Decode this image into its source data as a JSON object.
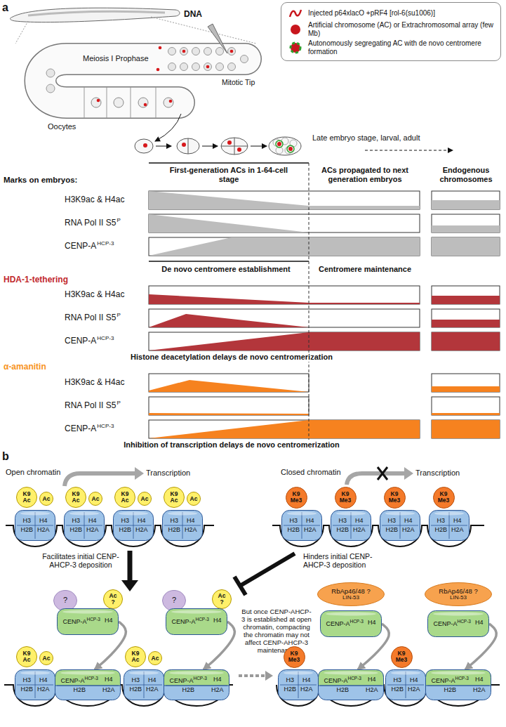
{
  "diagram": {
    "nodes": [
      {
        "text": [
          "K9 Ac"
        ]
      },
      {
        "text": [
          "Ac"
        ]
      },
      {
        "text": [
          "H3",
          "H4",
          "H2B",
          "H2A"
        ]
      },
      {
        "text": [
          "K9 Ac"
        ]
      },
      {
        "text": [
          "Ac"
        ]
      },
      {
        "text": [
          "H3",
          "H4",
          "H2B",
          "H2A"
        ]
      },
      {
        "text": [
          "K9 Ac"
        ]
      },
      {
        "text": [
          "Ac"
        ]
      },
      {
        "text": [
          "H3",
          "H4",
          "H2B",
          "H2A"
        ]
      },
      {
        "text": [
          "K9 Ac"
        ]
      },
      {
        "text": [
          "Ac"
        ]
      },
      {
        "text": [
          "H3",
          "H4",
          "H2B",
          "H2A"
        ]
      },
      {
        "text": [
          "K9 Me3"
        ]
      },
      {
        "text": [
          "H3",
          "H4",
          "H2B",
          "H2A"
        ]
      },
      {
        "text": [
          "K9 Me3"
        ]
      },
      {
        "text": [
          "H3",
          "H4",
          "H2B",
          "H2A"
        ]
      },
      {
        "text": [
          "K9 Me3"
        ]
      },
      {
        "text": [
          "H3",
          "H4",
          "H2B",
          "H2A"
        ]
      },
      {
        "text": [
          "K9 Me3"
        ]
      },
      {
        "text": [
          "H3",
          "H4",
          "H2B",
          "H2A"
        ]
      },
      {
        "text": [
          "?"
        ]
      },
      {
        "text": [
          "Ac ?"
        ]
      },
      {
        "text": [
          "CENP-A",
          "HCP-3",
          "H4"
        ]
      },
      {
        "text": [
          "?"
        ]
      },
      {
        "text": [
          "Ac ?"
        ]
      },
      {
        "text": [
          "CENP-A",
          "HCP-3",
          "H4"
        ]
      },
      {
        "text": [
          "RbAp46/48 ?",
          "LIN-53"
        ]
      },
      {
        "text": [
          "CENP-A",
          "HCP-3",
          "H4"
        ]
      },
      {
        "text": [
          "RbAp46/48 ?",
          "LIN-53"
        ]
      },
      {
        "text": [
          "CENP-A",
          "HCP-3",
          "H4"
        ]
      },
      {
        "text": [
          "K9 Ac"
        ]
      },
      {
        "text": [
          "Ac"
        ]
      },
      {
        "text": [
          "H3",
          "H4",
          "H2B",
          "H2A"
        ]
      },
      {
        "text": [
          "CENP-A",
          "HCP-3",
          "H4",
          "H2B",
          "H2A"
        ]
      },
      {
        "text": [
          "K9 Ac"
        ]
      },
      {
        "text": [
          "Ac"
        ]
      },
      {
        "text": [
          "H3",
          "H4",
          "H2B",
          "H2A"
        ]
      },
      {
        "text": [
          "CENP-A",
          "HCP-3",
          "H4",
          "H2B",
          "H2A"
        ]
      },
      {
        "text": [
          "K9 Me3"
        ]
      },
      {
        "text": [
          "H3",
          "H4",
          "H2B",
          "H2A"
        ]
      },
      {
        "text": [
          "CENP-A",
          "HCP-3",
          "H4",
          "H2B",
          "H2A"
        ]
      },
      {
        "text": [
          "K9 Me3"
        ]
      },
      {
        "text": [
          "H3",
          "H4",
          "H2B",
          "H2A"
        ]
      },
      {
        "text": [
          "CENP-A",
          "HCP-3",
          "H4",
          "H2B",
          "H2A"
        ]
      }
    ],
    "edges": [
      {
        "from": 22,
        "to": 33,
        "arrow": "to"
      },
      {
        "from": 25,
        "to": 37,
        "arrow": "to"
      },
      {
        "from": 27,
        "to": 40,
        "arrow": "to"
      },
      {
        "from": 29,
        "to": 43,
        "arrow": "to"
      }
    ],
    "labels": [
      "a",
      "DNA",
      "Meiosis I Prophase",
      "Mitotic Tip",
      "Oocytes",
      "Late embryo stage, larval, adult",
      "Marks on embryos:",
      "First-generation ACs in 1-64-cell stage",
      "ACs propagated to next generation embryos",
      "Endogenous chromosomes",
      "H3K9ac & H4ac",
      "RNA Pol II S5",
      "P",
      "CENP-A",
      "HCP-3",
      "De novo centromere establishment",
      "Centromere maintenance",
      "HDA-1-tethering",
      "H3K9ac & H4ac",
      "RNA Pol II S5",
      "P",
      "CENP-A",
      "HCP-3",
      "Histone deacetylation delays de novo centromerization",
      "α-amanitin",
      "H3K9ac & H4ac",
      "RNA Pol II S5",
      "P",
      "CENP-A",
      "HCP-3",
      "Inhibition of transcription delays de novo centromerization",
      "b",
      "Open chromatin",
      "Transcription",
      "Closed chromatin",
      "Transcription",
      "Facilitates initial CENP-AHCP-3 deposition",
      "Hinders initial CENP-AHCP-3 deposition",
      "But once CENP-AHCP-3 is established at open chromatin, compacting the chromatin may not affect CENP-AHCP-3 maintenance"
    ],
    "legend": [
      {
        "text": "Injected p64xlacO +pRF4 [rol-6(su1006)]"
      },
      {
        "text": "Artificial chromosome (AC) or Extrachromosomal array (few Mb)",
        "color": "#c8161d"
      },
      {
        "text": "Autonomously segregating AC with de novo centromere formation"
      }
    ]
  }
}
